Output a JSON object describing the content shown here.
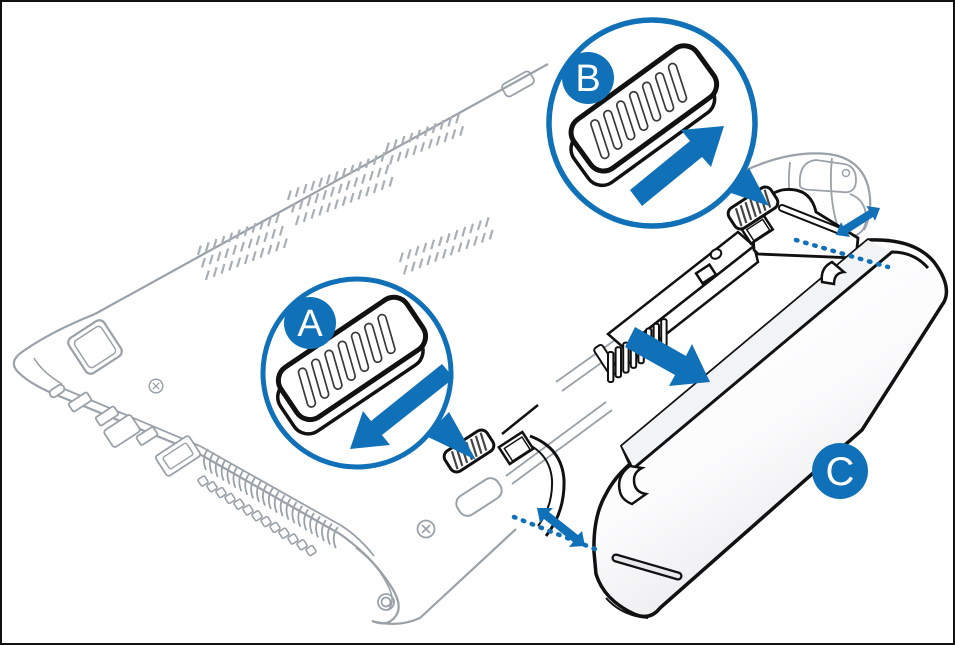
{
  "illustration": {
    "labels": {
      "step_a": "A",
      "step_b": "B",
      "step_c": "C"
    },
    "colors": {
      "accent_blue": "#1071b8",
      "line_gray": "#9aa1a9",
      "ink": "#111111",
      "background": "#ffffff"
    },
    "icons": {
      "callout_a": "latch-slider-icon",
      "callout_b": "latch-slider-icon",
      "direction_a": "arrow-down-left",
      "direction_b": "arrow-up-right",
      "removal_arrow": "arrow-right",
      "slide_gap": "double-arrow",
      "battery": "battery-pack"
    }
  }
}
